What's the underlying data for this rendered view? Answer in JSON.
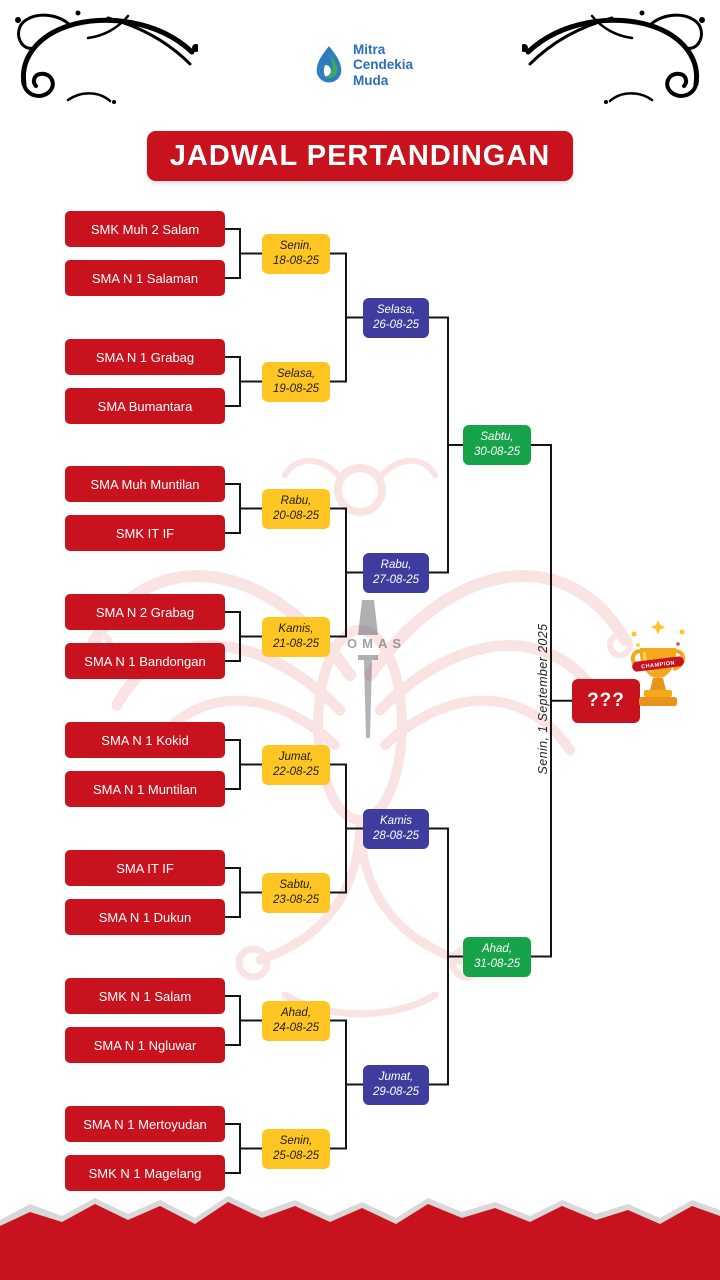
{
  "colors": {
    "red": "#C8121E",
    "yellow": "#FFC522",
    "blue": "#3E3C9F",
    "green": "#17A34A",
    "logoblue": "#2A6EBB"
  },
  "logo": {
    "name_lines": [
      "Mitra",
      "Cendekia",
      "Muda"
    ]
  },
  "title": "JADWAL PERTANDINGAN",
  "round1": [
    {
      "team1": "SMK Muh 2 Salam",
      "team2": "SMA N 1 Salaman",
      "day": "Senin,",
      "date": "18-08-25"
    },
    {
      "team1": "SMA N 1 Grabag",
      "team2": "SMA Bumantara",
      "day": "Selasa,",
      "date": "19-08-25"
    },
    {
      "team1": "SMA Muh Muntilan",
      "team2": "SMK IT IF",
      "day": "Rabu,",
      "date": "20-08-25"
    },
    {
      "team1": "SMA N 2 Grabag",
      "team2": "SMA N 1 Bandongan",
      "day": "Kamis,",
      "date": "21-08-25"
    },
    {
      "team1": "SMA N 1 Kokid",
      "team2": "SMA N 1 Muntilan",
      "day": "Jumat,",
      "date": "22-08-25"
    },
    {
      "team1": "SMA IT IF",
      "team2": "SMA N 1 Dukun",
      "day": "Sabtu,",
      "date": "23-08-25"
    },
    {
      "team1": "SMK N 1 Salam",
      "team2": "SMA N 1 Ngluwar",
      "day": "Ahad,",
      "date": "24-08-25"
    },
    {
      "team1": "SMA N 1 Mertoyudan",
      "team2": "SMK N 1 Magelang",
      "day": "Senin,",
      "date": "25-08-25"
    }
  ],
  "round2": [
    {
      "day": "Selasa,",
      "date": "26-08-25"
    },
    {
      "day": "Rabu,",
      "date": "27-08-25"
    },
    {
      "day": "Kamis",
      "date": "28-08-25"
    },
    {
      "day": "Jumat,",
      "date": "29-08-25"
    }
  ],
  "semifinal": [
    {
      "day": "Sabtu,",
      "date": "30-08-25"
    },
    {
      "day": "Ahad,",
      "date": "31-08-25"
    }
  ],
  "final": {
    "date_vertical": "Senin, 1 September 2025",
    "winner_placeholder": "???",
    "trophy_ribbon": "CHAMPION"
  },
  "watermark": {
    "faint_text": "OMAS"
  }
}
